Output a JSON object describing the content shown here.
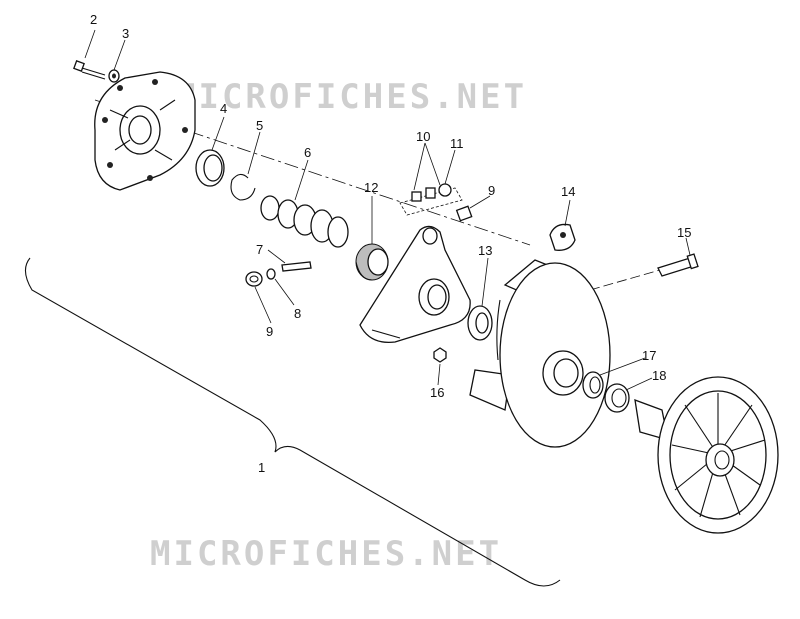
{
  "watermark": {
    "top": "MICROFICHES.NET",
    "bottom": "MICROFICHES.NET"
  },
  "callouts": {
    "c1": "1",
    "c2": "2",
    "c3": "3",
    "c4": "4",
    "c5": "5",
    "c6": "6",
    "c7": "7",
    "c8": "8",
    "c9a": "9",
    "c9b": "9",
    "c10": "10",
    "c11": "11",
    "c12": "12",
    "c13": "13",
    "c14": "14",
    "c15": "15",
    "c16": "16",
    "c17": "17",
    "c18": "18"
  },
  "colors": {
    "ink": "#111111",
    "watermark": "#cfcfcf",
    "background": "#ffffff"
  }
}
